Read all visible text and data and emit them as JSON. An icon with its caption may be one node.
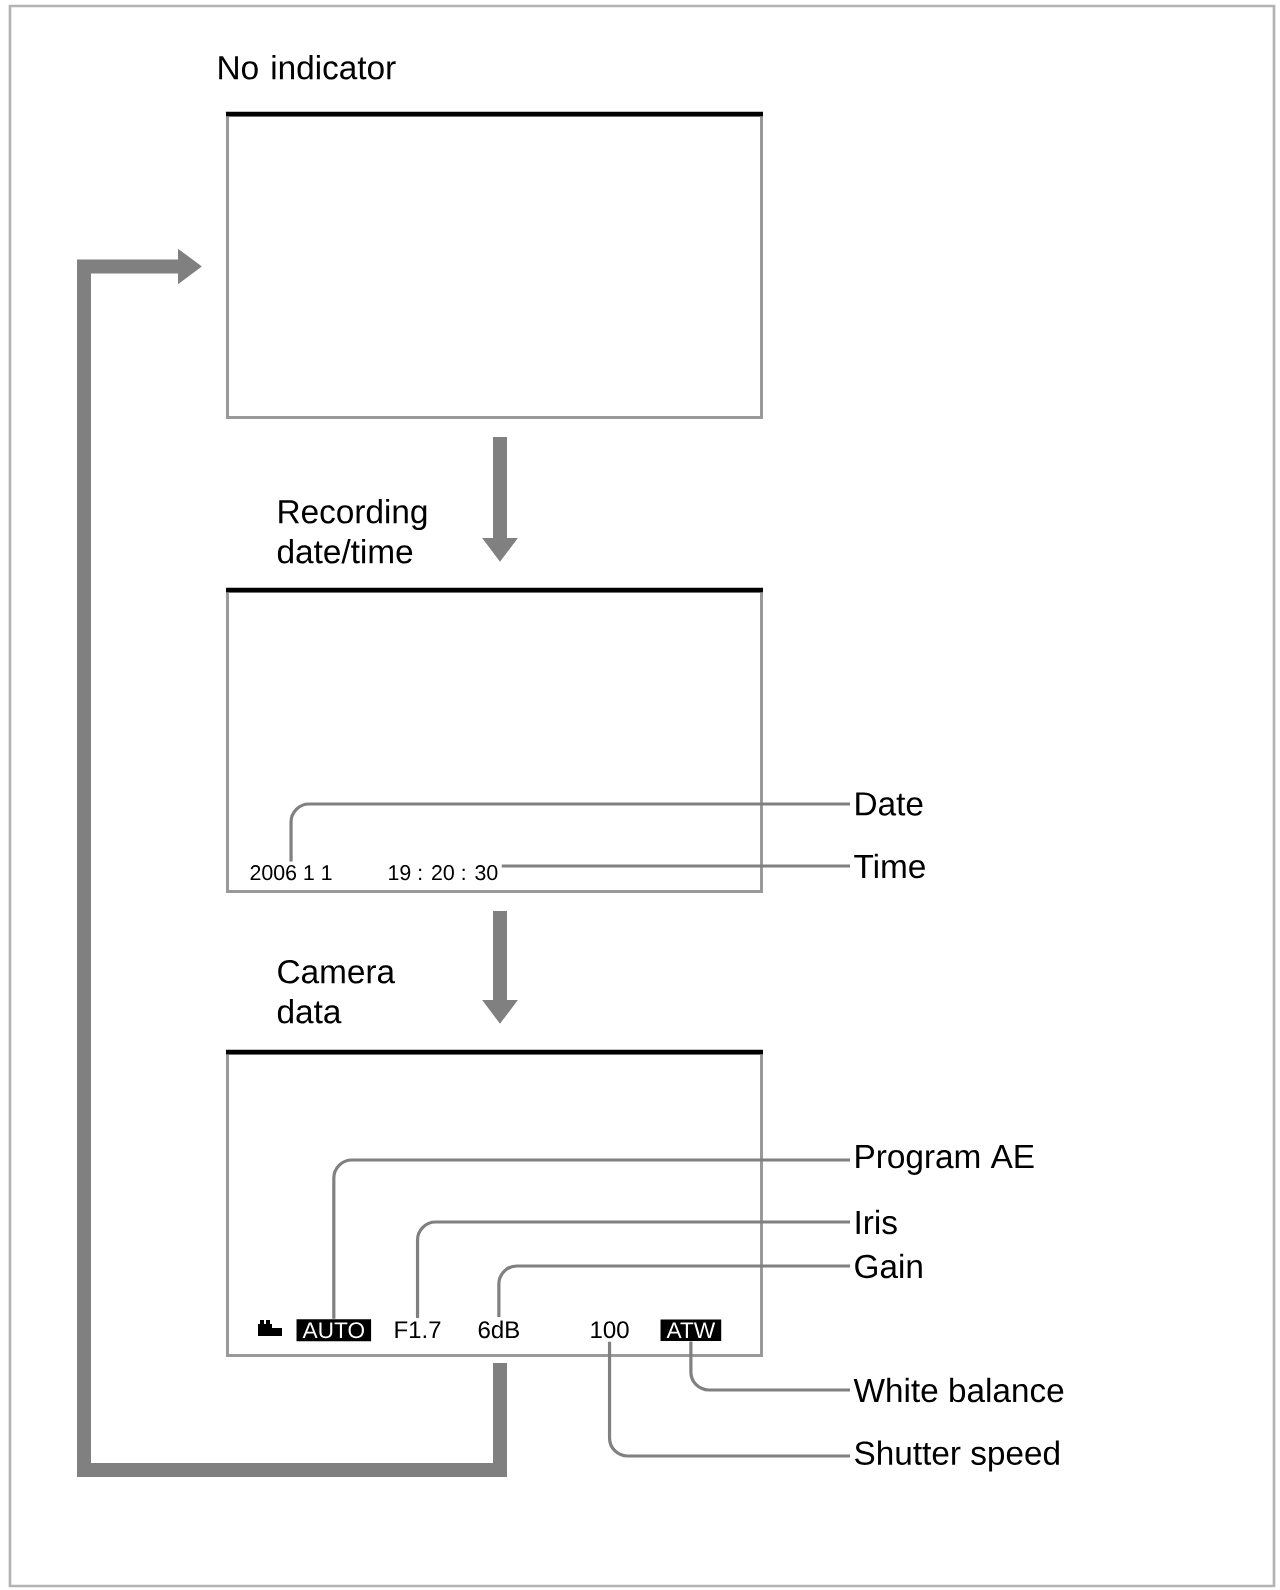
{
  "diagram": {
    "nodes": [
      {
        "text": [
          "No indicator"
        ]
      },
      {
        "text": [
          "Recording date/time"
        ]
      },
      {
        "text": [
          "2006 1 1"
        ],
        "in": 1
      },
      {
        "text": [
          "19 : 20 : 30"
        ],
        "in": 1
      },
      {
        "text": [
          "Date"
        ]
      },
      {
        "text": [
          "Time"
        ]
      },
      {
        "text": [
          "Camera data"
        ]
      },
      {
        "text": [
          "AUTO"
        ],
        "in": 6
      },
      {
        "text": [
          "F1.7"
        ],
        "in": 6
      },
      {
        "text": [
          "6dB"
        ],
        "in": 6
      },
      {
        "text": [
          "100"
        ],
        "in": 6
      },
      {
        "text": [
          "ATW"
        ],
        "in": 6
      },
      {
        "text": [
          "Program AE"
        ]
      },
      {
        "text": [
          "Iris"
        ]
      },
      {
        "text": [
          "Gain"
        ]
      },
      {
        "text": [
          "White balance"
        ]
      },
      {
        "text": [
          "Shutter speed"
        ]
      }
    ],
    "edges": [
      {
        "from": 0,
        "to": 1,
        "arrow": "to",
        "style": "thick"
      },
      {
        "from": 1,
        "to": 6,
        "arrow": "to",
        "style": "thick"
      },
      {
        "from": 6,
        "to": 0,
        "arrow": "to",
        "style": "thick"
      },
      {
        "from": 4,
        "to": 2,
        "arrow": "none"
      },
      {
        "from": 5,
        "to": 3,
        "arrow": "none"
      },
      {
        "from": 12,
        "to": 7,
        "arrow": "none"
      },
      {
        "from": 13,
        "to": 8,
        "arrow": "none"
      },
      {
        "from": 14,
        "to": 9,
        "arrow": "none"
      },
      {
        "from": 15,
        "to": 11,
        "arrow": "none"
      },
      {
        "from": 16,
        "to": 10,
        "arrow": "none"
      }
    ]
  }
}
